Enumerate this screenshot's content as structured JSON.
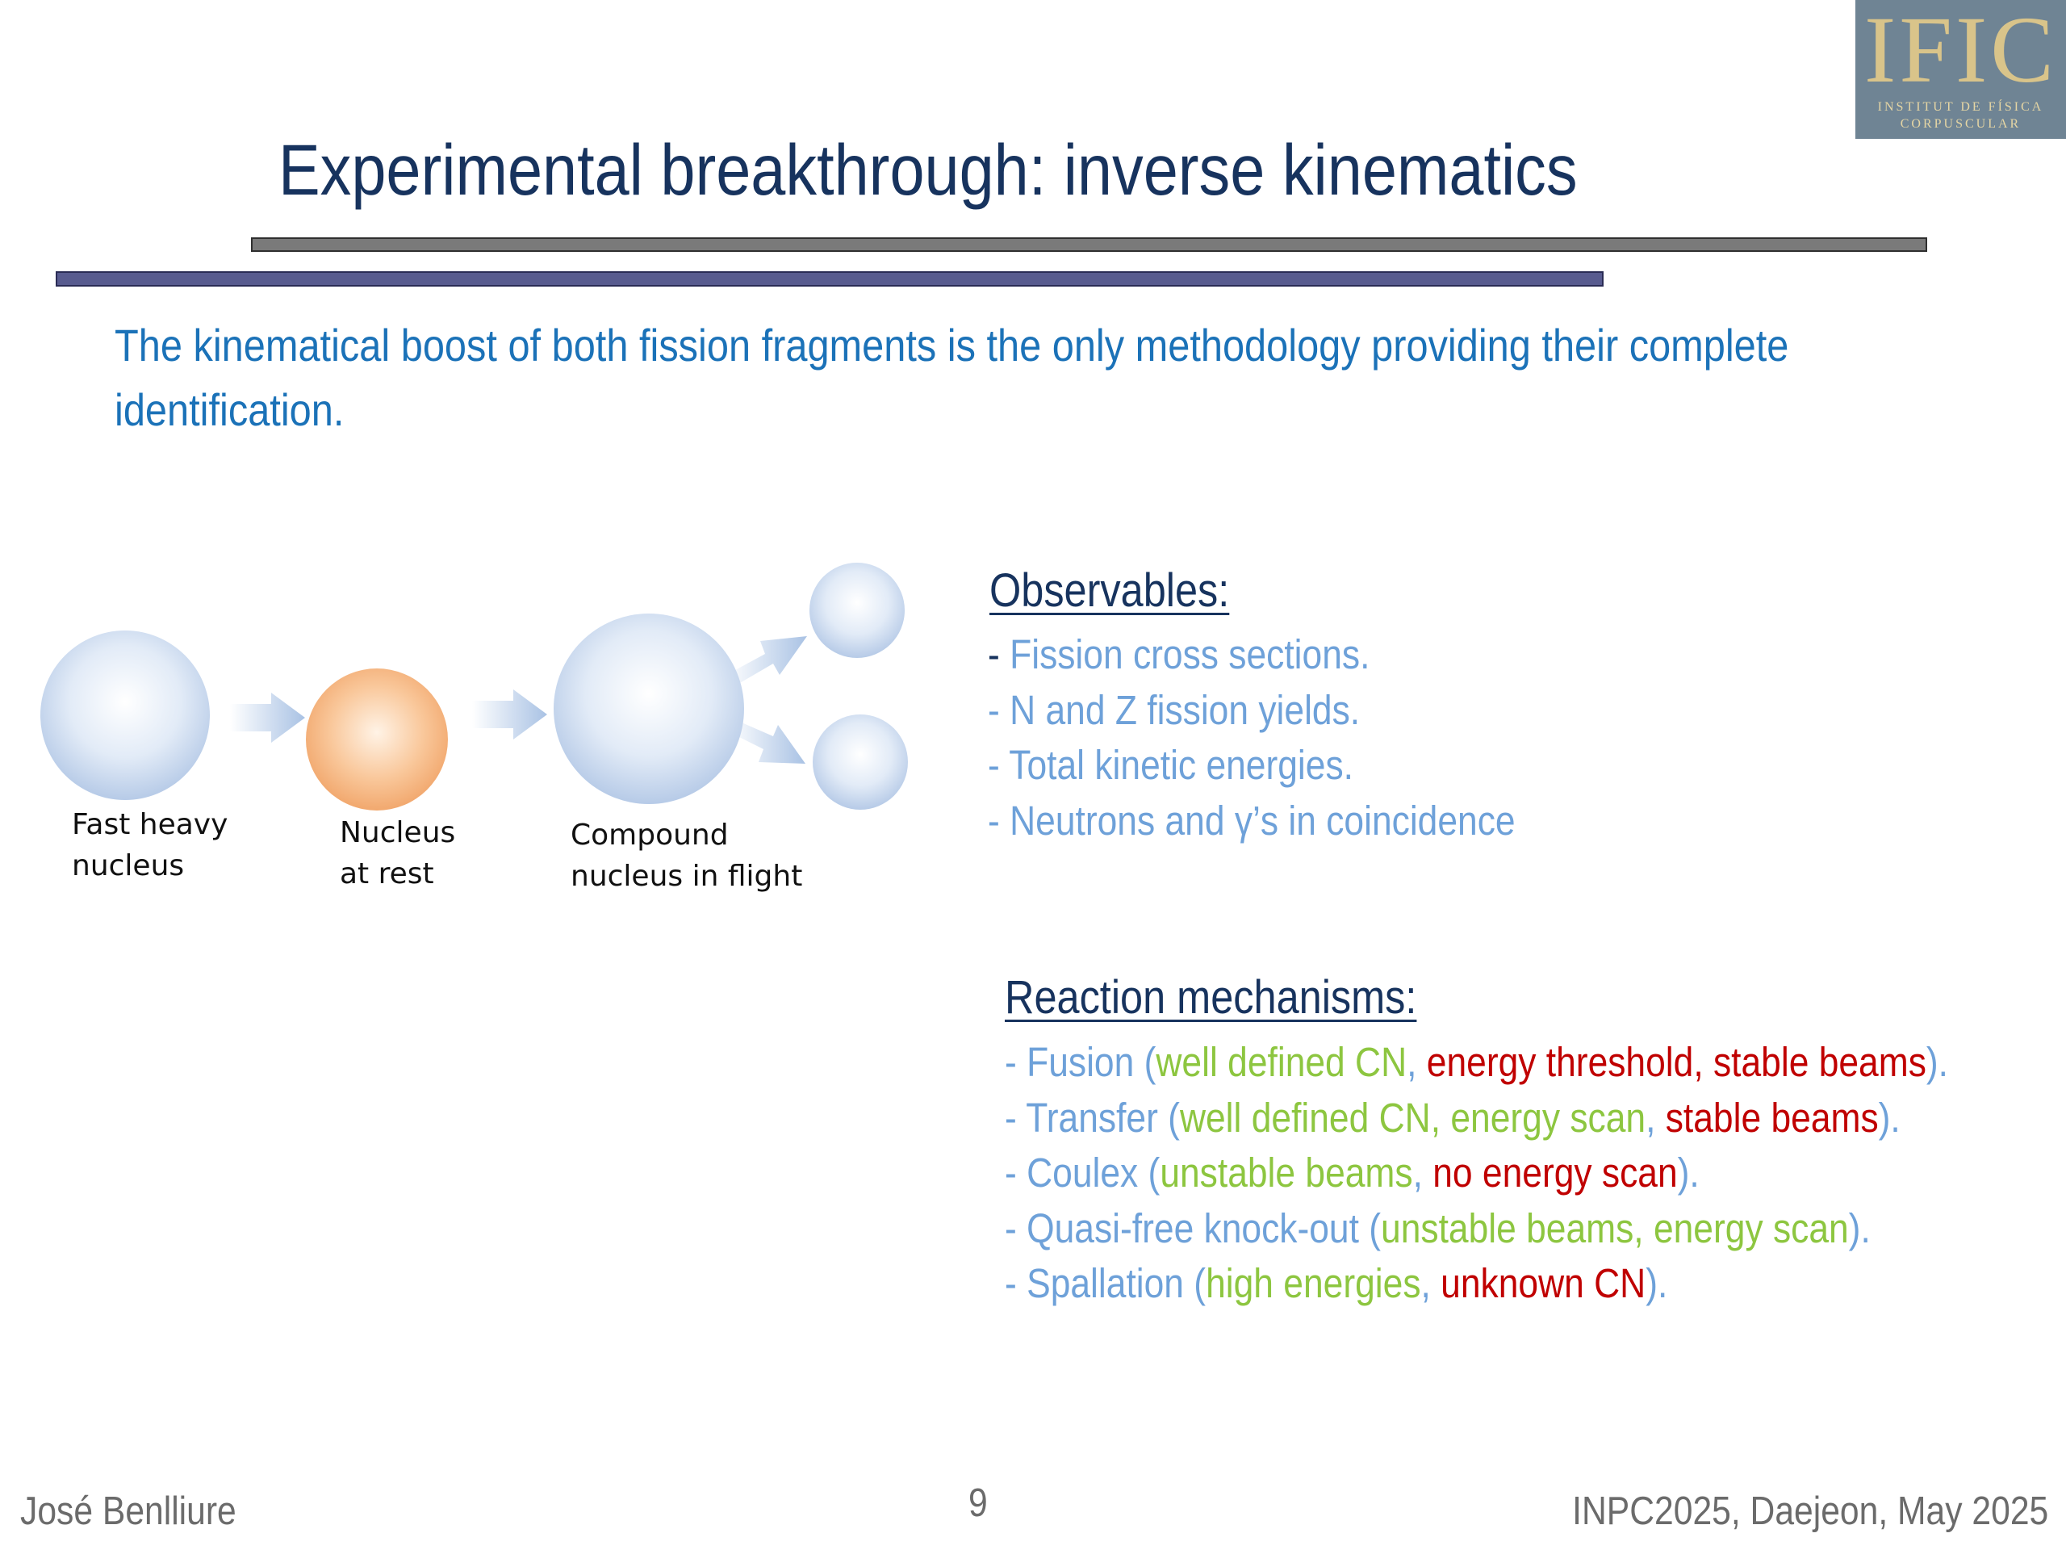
{
  "logo": {
    "text": "IFIC",
    "line1": "INSTITUT DE FÍSICA",
    "line2": "CORPUSCULAR"
  },
  "title": "Experimental breakthrough: inverse kinematics",
  "intro": "The kinematical boost of both fission fragments is the only methodology providing their complete identification.",
  "diagram": {
    "captions": [
      {
        "line1": "Fast heavy",
        "line2": "nucleus"
      },
      {
        "line1": "Nucleus",
        "line2": "at rest"
      },
      {
        "line1": "Compound",
        "line2": "nucleus in flight"
      }
    ]
  },
  "observables": {
    "heading": "Observables:",
    "items": [
      [
        {
          "t": "- ",
          "c": "dark"
        },
        {
          "t": "Fission cross sections.",
          "c": "base"
        }
      ],
      [
        {
          "t": "- N and Z fission yields.",
          "c": "base"
        }
      ],
      [
        {
          "t": "- Total kinetic energies.",
          "c": "base"
        }
      ],
      [
        {
          "t": "- Neutrons and γ’s in coincidence",
          "c": "base"
        }
      ]
    ]
  },
  "mechanisms": {
    "heading": "Reaction mechanisms:",
    "items": [
      [
        {
          "t": "- Fusion (",
          "c": "base"
        },
        {
          "t": "well defined CN",
          "c": "good"
        },
        {
          "t": ", ",
          "c": "base"
        },
        {
          "t": "energy threshold, stable beams",
          "c": "bad"
        },
        {
          "t": ").",
          "c": "base"
        }
      ],
      [
        {
          "t": "- Transfer (",
          "c": "base"
        },
        {
          "t": "well defined CN, energy scan",
          "c": "good"
        },
        {
          "t": ", ",
          "c": "base"
        },
        {
          "t": "stable beams",
          "c": "bad"
        },
        {
          "t": ").",
          "c": "base"
        }
      ],
      [
        {
          "t": "- Coulex (",
          "c": "base"
        },
        {
          "t": "unstable beams",
          "c": "good"
        },
        {
          "t": ", ",
          "c": "base"
        },
        {
          "t": "no energy scan",
          "c": "bad"
        },
        {
          "t": ").",
          "c": "base"
        }
      ],
      [
        {
          "t": "- Quasi-free knock-out (",
          "c": "base"
        },
        {
          "t": "unstable beams, energy scan",
          "c": "good"
        },
        {
          "t": ").",
          "c": "base"
        }
      ],
      [
        {
          "t": "- Spallation (",
          "c": "base"
        },
        {
          "t": "high energies",
          "c": "good"
        },
        {
          "t": ", ",
          "c": "base"
        },
        {
          "t": "unknown CN",
          "c": "bad"
        },
        {
          "t": ").",
          "c": "base"
        }
      ]
    ]
  },
  "footer": {
    "author": "José Benlliure",
    "page": "9",
    "event": "INPC2025, Daejeon, May 2025"
  },
  "colors": {
    "title": "#17335e",
    "intro": "#1b72b8",
    "base": "#6ea1d9",
    "good": "#8dc640",
    "bad": "#c00000"
  }
}
